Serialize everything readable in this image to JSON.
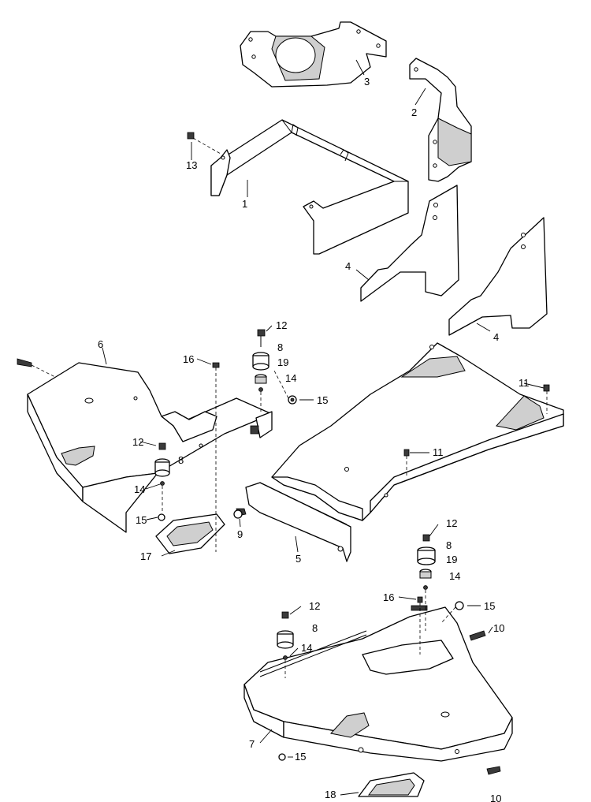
{
  "callouts": {
    "c1": "1",
    "c2": "2",
    "c3": "3",
    "c4a": "4",
    "c4b": "4",
    "c5": "5",
    "c6": "6",
    "c7": "7",
    "c8a": "8",
    "c8b": "8",
    "c8c": "8",
    "c8d": "8",
    "c9": "9",
    "c10a": "10",
    "c10b": "10",
    "c11a": "11",
    "c11b": "11",
    "c12a": "12",
    "c12b": "12",
    "c12c": "12",
    "c12d": "12",
    "c13": "13",
    "c14a": "14",
    "c14b": "14",
    "c14c": "14",
    "c14d": "14",
    "c15a": "15",
    "c15b": "15",
    "c15c": "15",
    "c15d": "15",
    "c16a": "16",
    "c16b": "16",
    "c17": "17",
    "c18": "18",
    "c19a": "19",
    "c19b": "19"
  }
}
